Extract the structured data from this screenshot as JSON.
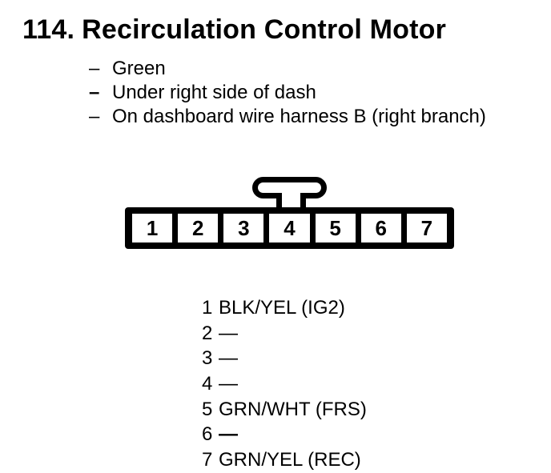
{
  "page": {
    "background": "#ffffff",
    "ink": "#000000"
  },
  "title": {
    "number": "114.",
    "text": "Recirculation Control Motor"
  },
  "notes": [
    {
      "dash": "–",
      "text": "Green"
    },
    {
      "dash": "–",
      "text": "Under right side of dash"
    },
    {
      "dash": "–",
      "text": "On dashboard wire harness B (right branch)"
    }
  ],
  "connector": {
    "cavities": [
      "1",
      "2",
      "3",
      "4",
      "5",
      "6",
      "7"
    ]
  },
  "pinout": [
    {
      "pin": "1",
      "wire": "BLK/YEL (IG2)"
    },
    {
      "pin": "2",
      "wire": "—"
    },
    {
      "pin": "3",
      "wire": "—"
    },
    {
      "pin": "4",
      "wire": "—"
    },
    {
      "pin": "5",
      "wire": "GRN/WHT (FRS)"
    },
    {
      "pin": "6",
      "wire": "—"
    },
    {
      "pin": "7",
      "wire": "GRN/YEL (REC)"
    }
  ]
}
